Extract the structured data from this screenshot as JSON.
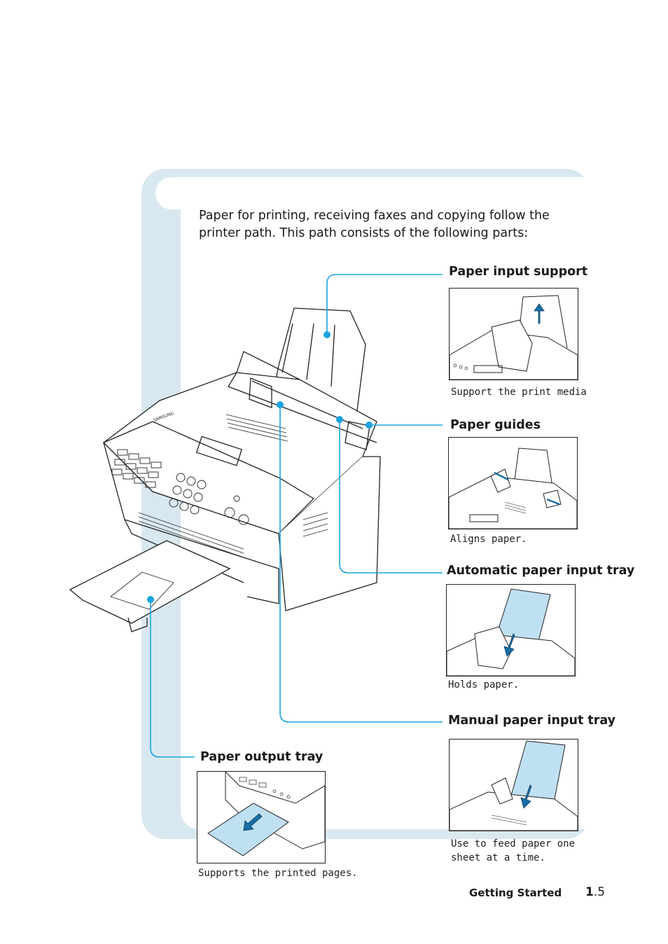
{
  "intro": "Paper for printing, receiving faxes and copying follow the printer path. This path consists of the following parts:",
  "parts": [
    {
      "title": "Paper input support",
      "caption": "Support the print media"
    },
    {
      "title": "Paper guides",
      "caption": "Aligns paper."
    },
    {
      "title": "Automatic paper input tray",
      "caption": "Holds paper."
    },
    {
      "title": "Manual paper input tray",
      "caption": "Use to feed paper one sheet at a time."
    },
    {
      "title": "Paper output tray",
      "caption": "Supports the printed pages."
    }
  ],
  "footer": {
    "section": "Getting Started",
    "chapter": "1",
    "page": ".5"
  },
  "brand_logo": "SAMSUNG",
  "colors": {
    "accent": "#1aa3e0",
    "panel": "#d8e8f0",
    "paper_blue": "#bfe0f2",
    "arrow": "#1a6ea6"
  }
}
